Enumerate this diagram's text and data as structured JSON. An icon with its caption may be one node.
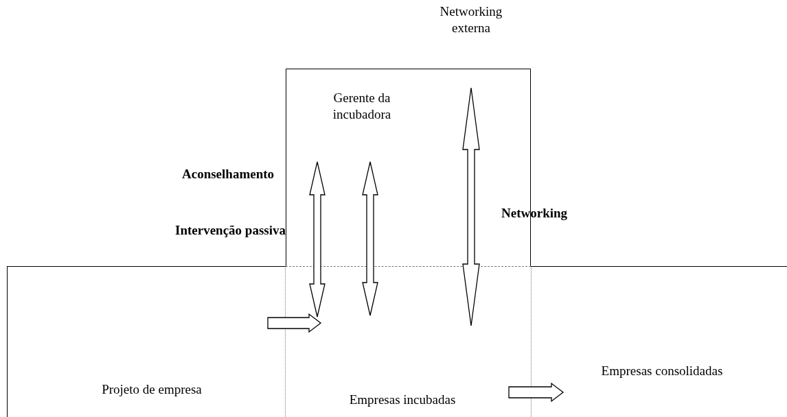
{
  "diagram": {
    "nodes": [
      {
        "text": [
          "Gerente da incubadora"
        ]
      },
      {
        "text": [
          "Projeto de empresa"
        ]
      },
      {
        "text": [
          "Empresas incubadas"
        ]
      },
      {
        "text": [
          "Empresas consolidadas"
        ]
      },
      {
        "text": [
          "Networking externa"
        ]
      }
    ],
    "edges": [
      {
        "from": 0,
        "to": 2,
        "arrow": "both"
      },
      {
        "from": 0,
        "to": 2,
        "arrow": "both"
      },
      {
        "from": 4,
        "to": 2,
        "arrow": "both"
      },
      {
        "from": 1,
        "to": 2,
        "arrow": "to"
      },
      {
        "from": 2,
        "to": 3,
        "arrow": "to"
      }
    ],
    "labels": [
      "Aconselhamento",
      "Intervenção passiva",
      "Networking"
    ]
  }
}
